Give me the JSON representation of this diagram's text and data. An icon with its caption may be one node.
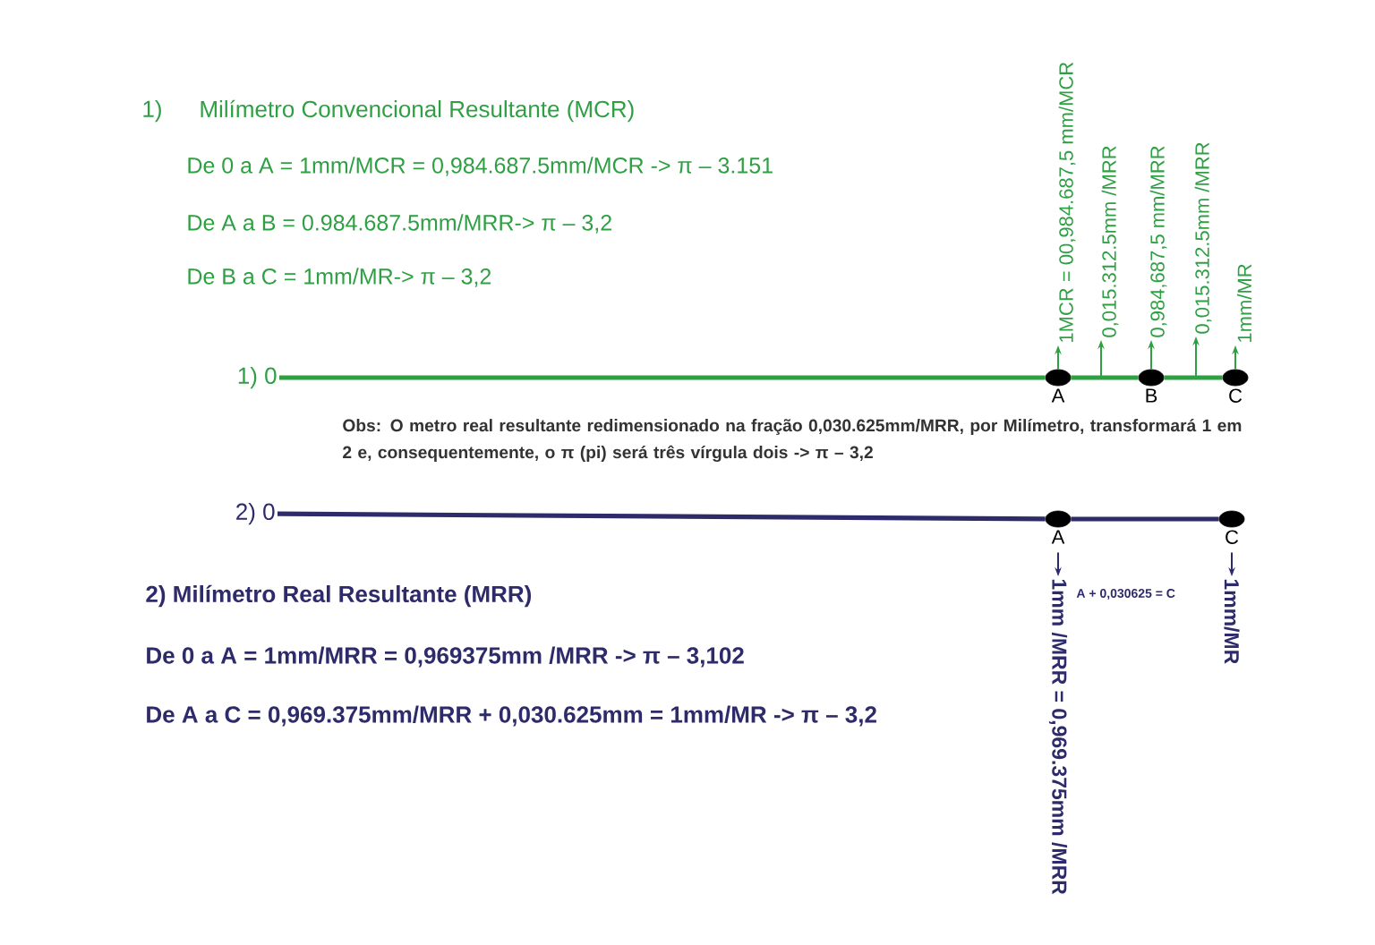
{
  "diagram": {
    "nodes": [
      {
        "text": [
          "1) 0"
        ]
      },
      {
        "text": [],
        "shape": "circle",
        "beside": [
          "A"
        ]
      },
      {
        "text": [],
        "shape": "circle",
        "beside": [
          "B"
        ]
      },
      {
        "text": [],
        "shape": "circle",
        "beside": [
          "C"
        ]
      },
      {
        "text": [
          "1MCR = 00,984.687,5 mm/MCR"
        ]
      },
      {
        "text": [
          "0,015.312.5mm /MRR"
        ]
      },
      {
        "text": [
          "0,984,687,5 mm/MRR"
        ]
      },
      {
        "text": [
          "0,015.312.5mm /MRR"
        ]
      },
      {
        "text": [
          "1mm/MR"
        ]
      },
      {
        "text": [
          "2) 0"
        ]
      },
      {
        "text": [],
        "shape": "circle",
        "beside": [
          "A"
        ]
      },
      {
        "text": [],
        "shape": "circle",
        "beside": [
          "C"
        ]
      },
      {
        "text": [
          "1mm /MRR = 0,969.375mm /MRR"
        ]
      },
      {
        "text": [
          "1mm/MR"
        ]
      }
    ],
    "edges": [
      {
        "from": 0,
        "to": 1,
        "arrow": "none",
        "style": "thick"
      },
      {
        "from": 1,
        "to": 2,
        "arrow": "none",
        "style": "thick"
      },
      {
        "from": 2,
        "to": 3,
        "arrow": "none",
        "style": "thick"
      },
      {
        "from": 1,
        "to": 4,
        "arrow": "to"
      },
      {
        "from": null,
        "to": 5,
        "arrow": "to"
      },
      {
        "from": 2,
        "to": 6,
        "arrow": "to"
      },
      {
        "from": null,
        "to": 7,
        "arrow": "to"
      },
      {
        "from": 3,
        "to": 8,
        "arrow": "to"
      },
      {
        "from": 9,
        "to": 10,
        "arrow": "none",
        "style": "thick",
        "color": "#2e2b6b"
      },
      {
        "from": 10,
        "to": 11,
        "arrow": "none",
        "style": "thick",
        "color": "#2e2b6b"
      },
      {
        "from": 10,
        "to": 12,
        "arrow": "to",
        "color": "#2e2b6b"
      },
      {
        "from": 11,
        "to": 13,
        "arrow": "to",
        "color": "#2e2b6b"
      }
    ],
    "labels": [
      "1)",
      "Milímetro Convencional Resultante (MCR)",
      "De 0 a A = 1mm/MCR = 0,984.687.5mm/MCR -> π – 3.151",
      "De A a B = 0.984.687.5mm/MRR-> π – 3,2",
      "De B a C = 1mm/MR-> π – 3,2",
      "Obs: O metro real resultante redimensionado na fração 0,030.625mm/MRR, por Milímetro, transformará 1 em 2 e, consequentemente, o π (pi) será três vírgula dois -> π – 3,2",
      "A + 0,030625 = C",
      "2) Milímetro Real Resultante (MRR)",
      "De 0 a A = 1mm/MRR = 0,969375mm /MRR -> π – 3,102",
      "De A a C = 0,969.375mm/MRR + 0,030.625mm = 1mm/MR ->  π – 3,2"
    ]
  }
}
